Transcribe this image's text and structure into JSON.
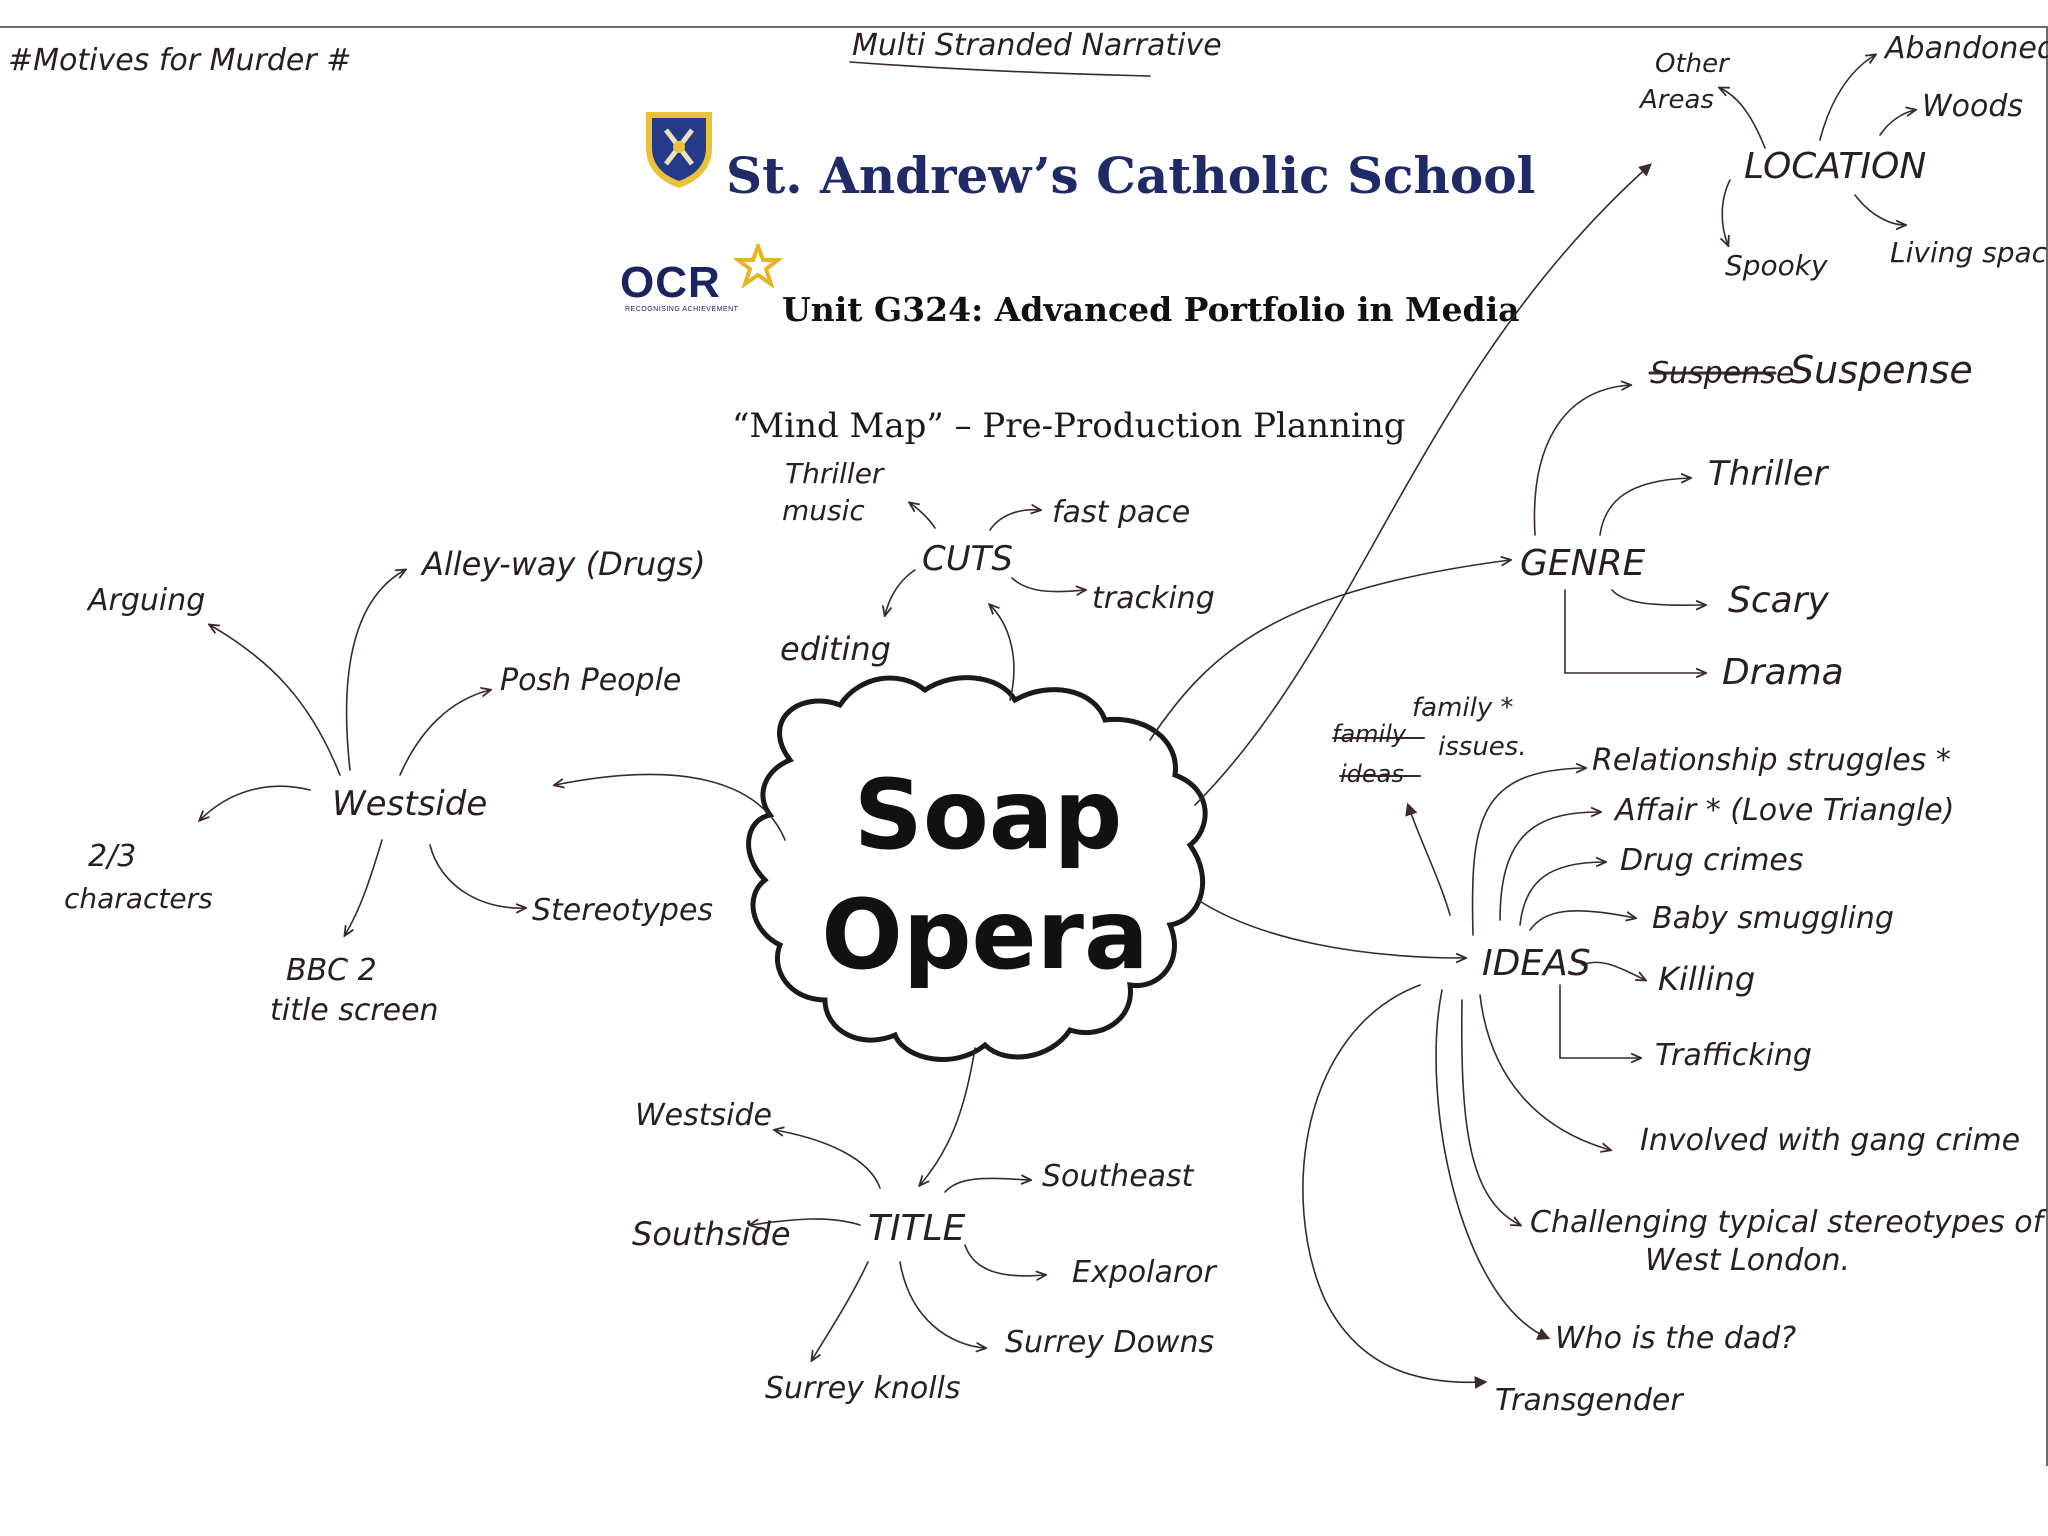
{
  "header": {
    "school_name": "St. Andrew’s Catholic School",
    "ocr_logo": "OCR",
    "ocr_tagline": "RECOGNISING ACHIEVEMENT",
    "unit": "Unit G324: Advanced Portfolio in Media",
    "subtitle": "“Mind Map” – Pre-Production Planning"
  },
  "notes": {
    "top_left": "#Motives for Murder #",
    "top_center": "Multi Stranded Narrative"
  },
  "center": {
    "line1": "Soap",
    "line2": "Opera"
  },
  "westside": {
    "label": "Westside",
    "items": [
      "Arguing",
      "Alley-way (Drugs)",
      "Posh People",
      "2/3 characters",
      "BBC 2 title screen",
      "Stereotypes"
    ]
  },
  "cuts": {
    "label": "CUTS",
    "items": [
      "Thriller music",
      "fast pace",
      "tracking",
      "editing"
    ]
  },
  "location": {
    "label": "LOCATION",
    "items": [
      "Other Areas",
      "Abandoned",
      "Woods",
      "Spooky",
      "Living space"
    ]
  },
  "genre": {
    "label": "GENRE",
    "crossed": "Suspense",
    "items": [
      "Suspense",
      "Thriller",
      "Scary",
      "Drama"
    ]
  },
  "ideas": {
    "label": "IDEAS",
    "crossed": "family ideas",
    "note": "family * issues.",
    "items": [
      "Relationship struggles *",
      "Affair * (Love Triangle)",
      "Drug crimes",
      "Baby smuggling",
      "Killing",
      "Trafficking",
      "Involved with gang crime",
      "Challenging typical stereotypes of",
      "West London.",
      "Who is the dad?",
      "Transgender"
    ]
  },
  "title": {
    "label": "TITLE",
    "items": [
      "Westside",
      "Southeast",
      "Southside",
      "Expolaror",
      "Surrey Downs",
      "Surrey knolls"
    ]
  },
  "colors": {
    "ink": "#2a1f1f",
    "school_blue": "#1f2a66",
    "ocr_gold": "#e7b520"
  }
}
